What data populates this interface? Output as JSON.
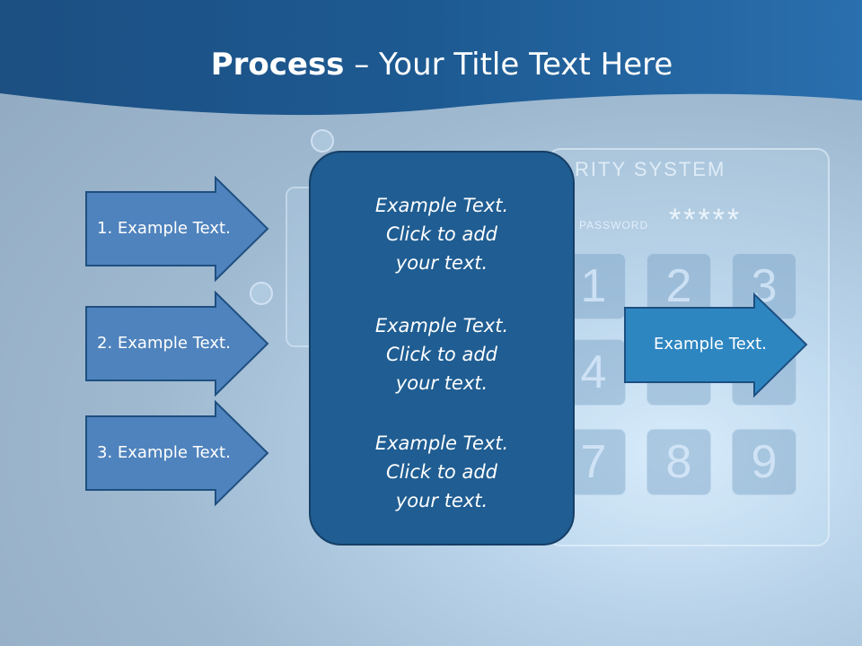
{
  "title": {
    "bold": "Process",
    "rest": " – Your Title Text Here"
  },
  "background": {
    "system_text": "RITY SYSTEM",
    "password_label": "PASSWORD",
    "password_mask": "*****",
    "keys": [
      "1",
      "2",
      "3",
      "4",
      "",
      "",
      "7",
      "8",
      "9"
    ]
  },
  "left_arrows": [
    {
      "label": "1. Example Text."
    },
    {
      "label": "2. Example Text."
    },
    {
      "label": "3. Example Text."
    }
  ],
  "center_box": {
    "blocks": [
      {
        "line1": "Example Text.",
        "line2": "Click  to add",
        "line3": "your text."
      },
      {
        "line1": "Example Text.",
        "line2": "Click  to add",
        "line3": "your text."
      },
      {
        "line1": "Example Text.",
        "line2": "Click  to add",
        "line3": "your text."
      }
    ]
  },
  "right_arrow": {
    "label": "Example Text."
  },
  "colors": {
    "header": "#1d5a92",
    "arrow_fill": "#4f83bd",
    "arrow_stroke": "#1f4f80",
    "center_box": "#1f5d92",
    "right_arrow_fill": "#2e86c1"
  }
}
